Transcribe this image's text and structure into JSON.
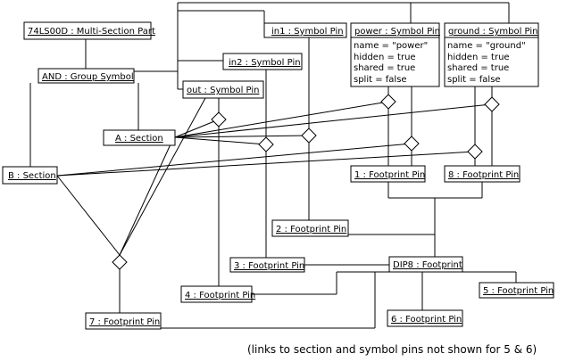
{
  "objects": {
    "part": "74LS00D : Multi-Section Part",
    "and_group": "AND : Group Symbol",
    "section_a": "A : Section",
    "section_b": "B : Section",
    "in1_pin": "in1 : Symbol Pin",
    "in2_pin": "in2 : Symbol Pin",
    "out_pin": "out : Symbol Pin",
    "power_pin": "power : Symbol Pin",
    "ground_pin": "ground : Symbol Pin",
    "fp1": "1 : Footprint Pin",
    "fp2": "2 : Footprint Pin",
    "fp3": "3 : Footprint Pin",
    "fp4": "4 : Footprint Pin",
    "fp5": "5 : Footprint Pin",
    "fp6": "6 : Footprint Pin",
    "fp7": "7 : Footprint Pin",
    "fp8": "8 : Footprint Pin",
    "dip8": "DIP8 : Footprint"
  },
  "attributes": {
    "power": [
      "name = \"power\"",
      "hidden = true",
      "shared = true",
      "split = false"
    ],
    "ground": [
      "name = \"ground\"",
      "hidden = true",
      "shared = true",
      "split = false"
    ]
  },
  "footnote": "(links to section and symbol pins not shown for 5 & 6)"
}
